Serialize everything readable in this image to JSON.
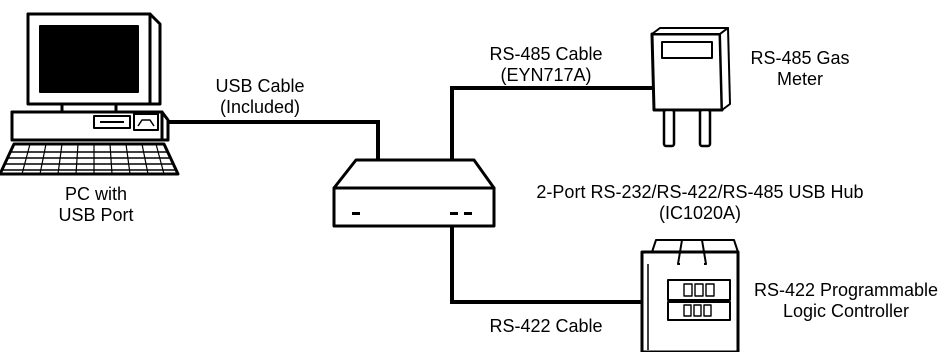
{
  "devices": {
    "pc": {
      "line1": "PC with",
      "line2": "USB Port"
    },
    "hub": {
      "line1": "2-Port RS-232/RS-422/RS-485 USB Hub",
      "line2": "(IC1020A)"
    },
    "gas_meter": {
      "line1": "RS-485 Gas",
      "line2": "Meter"
    },
    "plc": {
      "line1": "RS-422 Programmable",
      "line2": "Logic Controller"
    }
  },
  "cables": {
    "usb": {
      "line1": "USB Cable",
      "line2": "(Included)"
    },
    "rs485": {
      "line1": "RS-485 Cable",
      "line2": "(EYN717A)"
    },
    "rs422": {
      "line1": "RS-422 Cable"
    }
  }
}
